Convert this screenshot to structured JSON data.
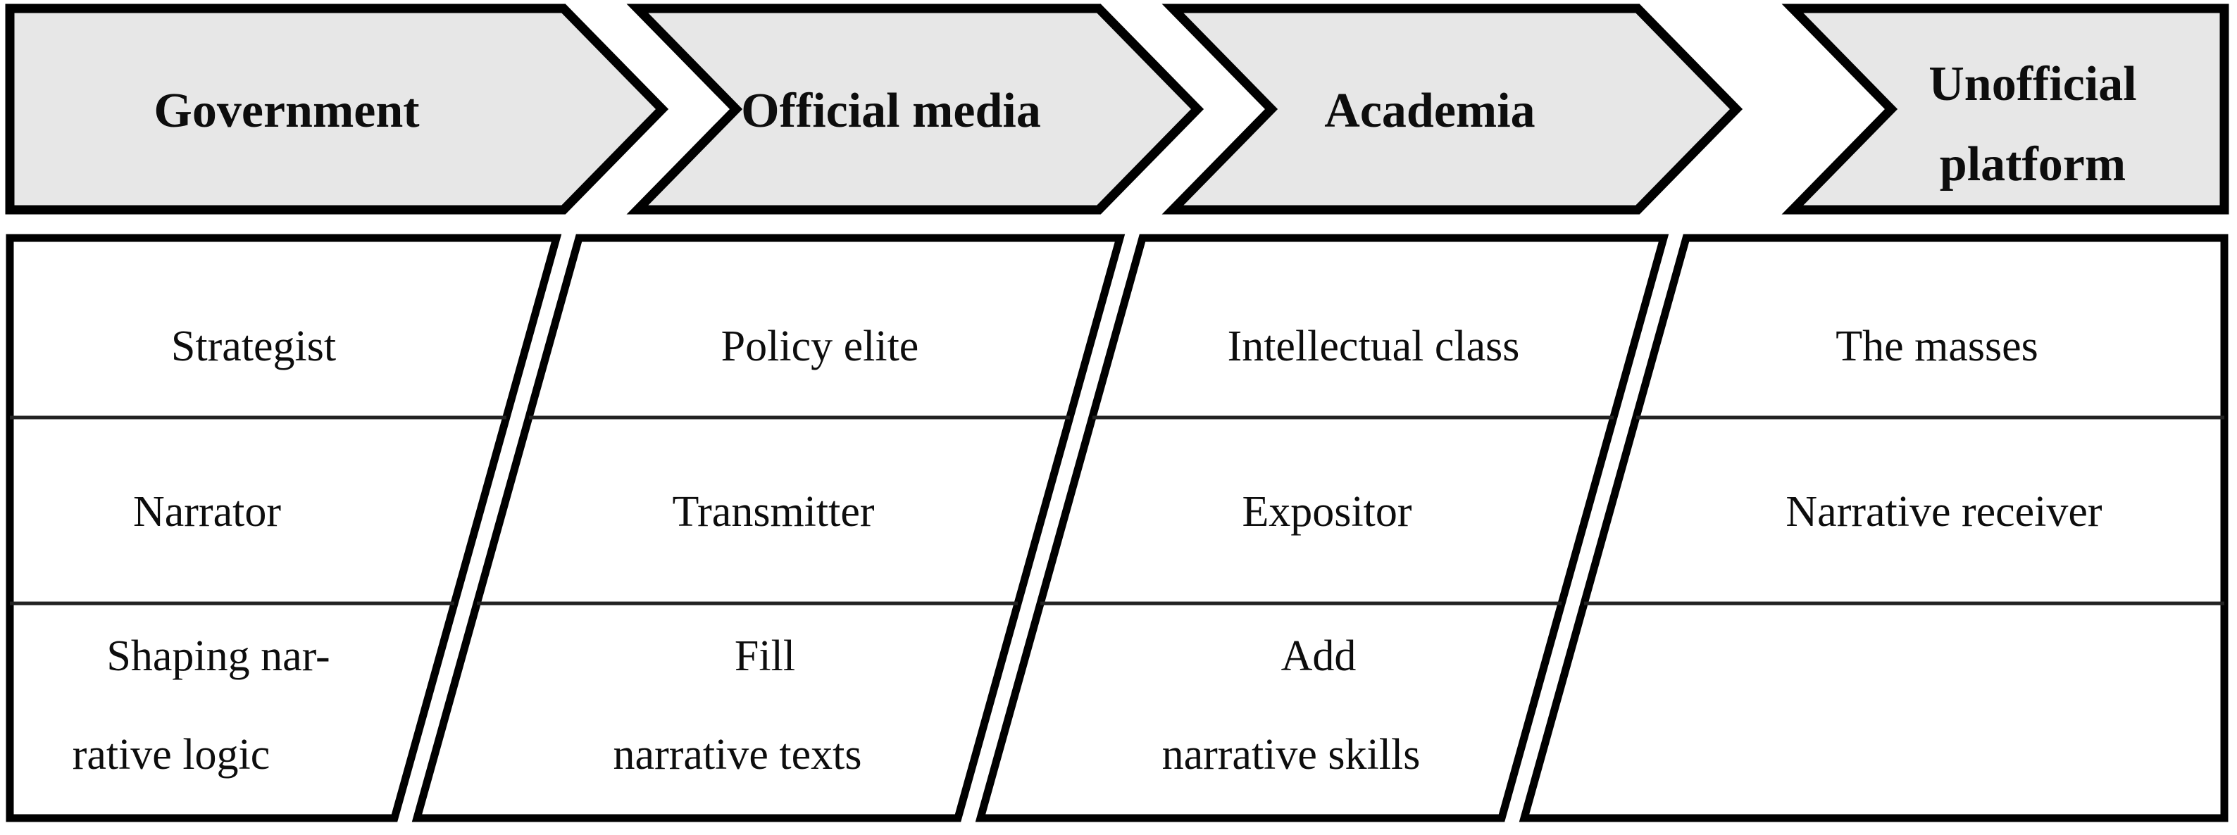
{
  "colors": {
    "header_fill": "#e7e7e7",
    "body_fill": "#ffffff",
    "border": "#000000",
    "divider": "#222222",
    "text": "#0d0d0d"
  },
  "columns": [
    {
      "header": "Government",
      "row1": "Strategist",
      "row2": "Narrator",
      "row3a": "Shaping nar-",
      "row3b": "rative logic"
    },
    {
      "header": "Official media",
      "row1": "Policy elite",
      "row2": "Transmitter",
      "row3a": "Fill",
      "row3b": "narrative texts"
    },
    {
      "header": "Academia",
      "row1": "Intellectual class",
      "row2": "Expositor",
      "row3a": "Add",
      "row3b": "narrative skills"
    },
    {
      "header": "Unofficial platform",
      "header_line1": "Unofficial",
      "header_line2": "platform",
      "row1": "The masses",
      "row2": "Narrative receiver",
      "row3a": "",
      "row3b": ""
    }
  ]
}
